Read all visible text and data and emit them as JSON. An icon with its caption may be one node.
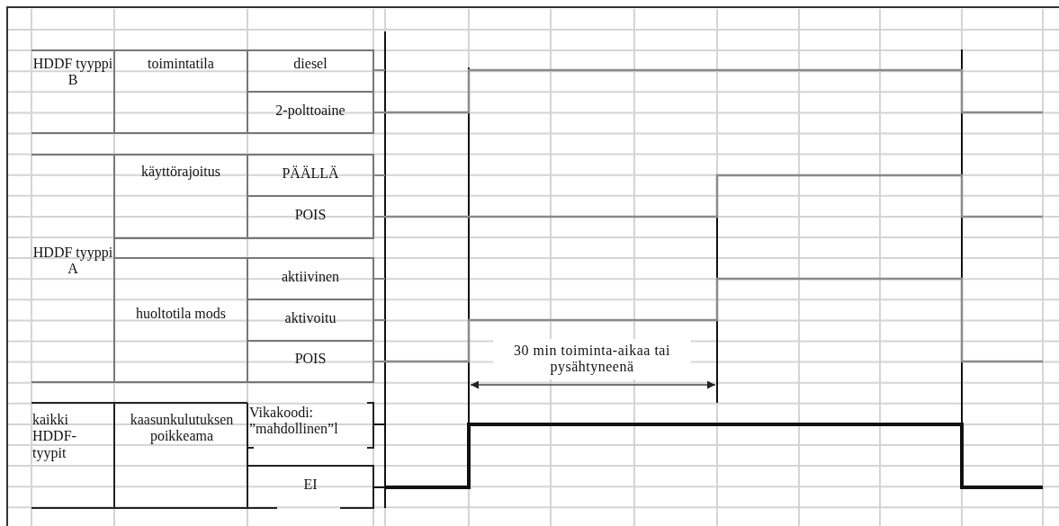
{
  "diagram": {
    "labels": [
      "HDDF tyyppi B",
      "toimintatila",
      "diesel",
      "2-polttoaine",
      "käyttörajoitus",
      "PÄÄLLÄ",
      "POIS",
      "HDDF tyyppi A",
      "huoltotila mods",
      "aktiivinen",
      "aktivoitu",
      "POIS",
      "30 min toiminta-aikaa tai pysähtyneenä",
      "kaikki HDDF-tyypit",
      "kaasunkulutuksen poikkeama",
      "Vikakoodi: ”mahdollinen”l",
      "EI"
    ]
  }
}
